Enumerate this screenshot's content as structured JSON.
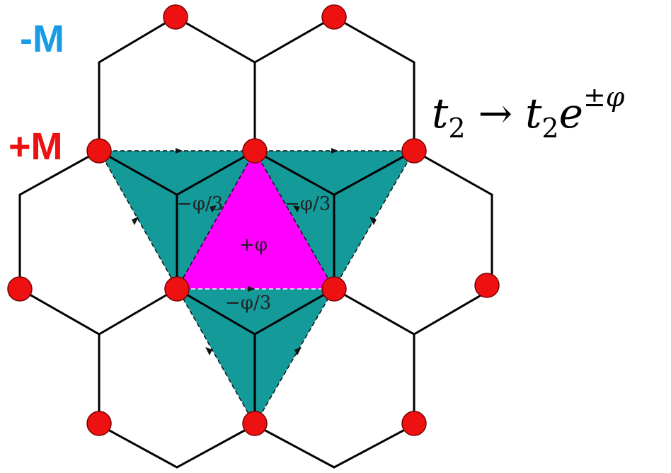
{
  "labels": {
    "minus_m": "-M",
    "plus_m": "+M"
  },
  "colors": {
    "minus_m": "#1a9be6",
    "plus_m": "#ee1111",
    "teal_region": "#159a9a",
    "magenta_region": "#ff00ff",
    "site_fill": "#ee1111",
    "bond": "#000000"
  },
  "formula": {
    "lhs_base": "t",
    "lhs_sub": "2",
    "arrow": "→",
    "rhs_base": "t",
    "rhs_sub": "2",
    "rhs_exp_base": "e",
    "rhs_exp": "±φ"
  },
  "flux_labels": {
    "top_left": "−φ/3",
    "top_right": "−φ/3",
    "center": "+φ",
    "bottom": "−φ/3"
  }
}
